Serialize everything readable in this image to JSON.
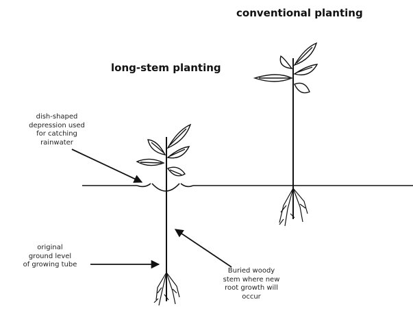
{
  "titles": {
    "conventional": "conventional planting",
    "long_stem": "long-stem planting"
  },
  "annotations": {
    "depression": [
      "dish-shaped",
      "depression used",
      "for catching",
      "rainwater"
    ],
    "original_ground": [
      "original",
      "ground level",
      "of growing tube"
    ],
    "buried_stem": [
      "Buried woody",
      "stem where new",
      "root growth will",
      "occur"
    ]
  },
  "colors": {
    "ink": "#111111",
    "background": "#ffffff"
  }
}
